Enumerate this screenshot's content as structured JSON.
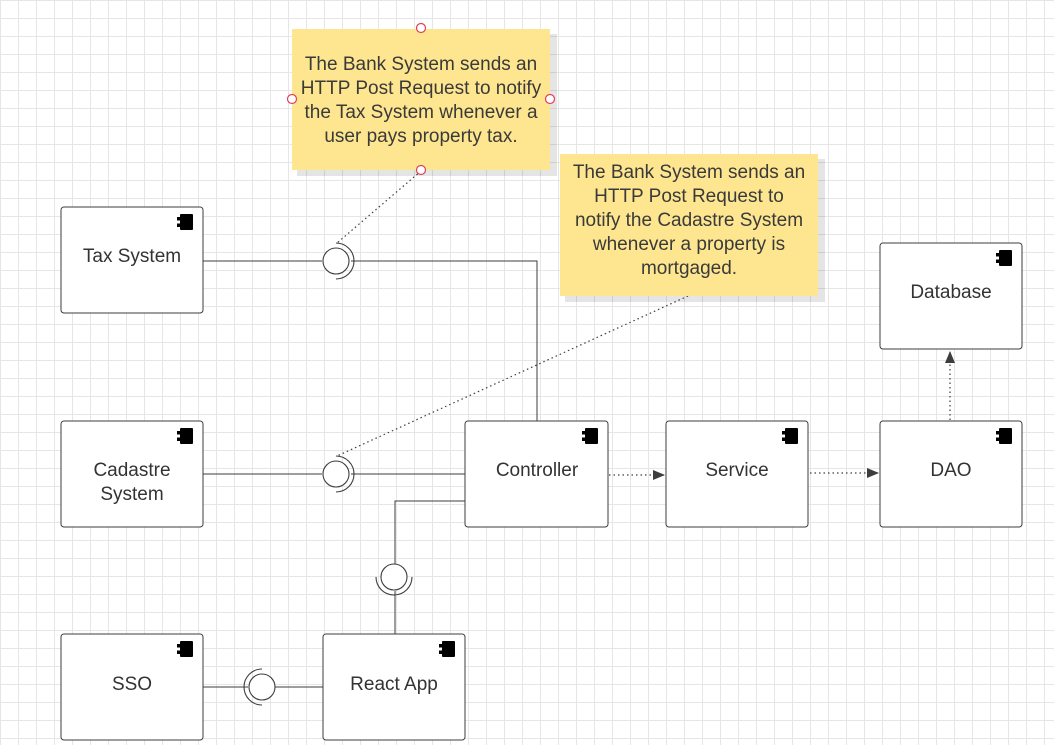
{
  "components": {
    "tax_system": "Tax System",
    "cadastre_system_line1": "Cadastre",
    "cadastre_system_line2": "System",
    "sso": "SSO",
    "controller": "Controller",
    "service": "Service",
    "dao": "DAO",
    "database": "Database",
    "react_app": "React App"
  },
  "notes": {
    "tax_note": {
      "lines": [
        "The Bank System sends an",
        "HTTP Post Request to notify",
        "the Tax System whenever a",
        "user pays property tax."
      ]
    },
    "cadastre_note": {
      "lines": [
        "The Bank System sends an",
        "HTTP Post Request to",
        "notify the Cadastre System",
        "whenever a property is",
        "mortgaged."
      ]
    }
  },
  "icons": {
    "component": "component-icon",
    "interface": "lollipop-interface-icon"
  },
  "colors": {
    "note_fill": "#fde68f",
    "stroke": "#3d3d3d",
    "selection_handle": "#e0405a",
    "grid": "#e6e6e6"
  }
}
